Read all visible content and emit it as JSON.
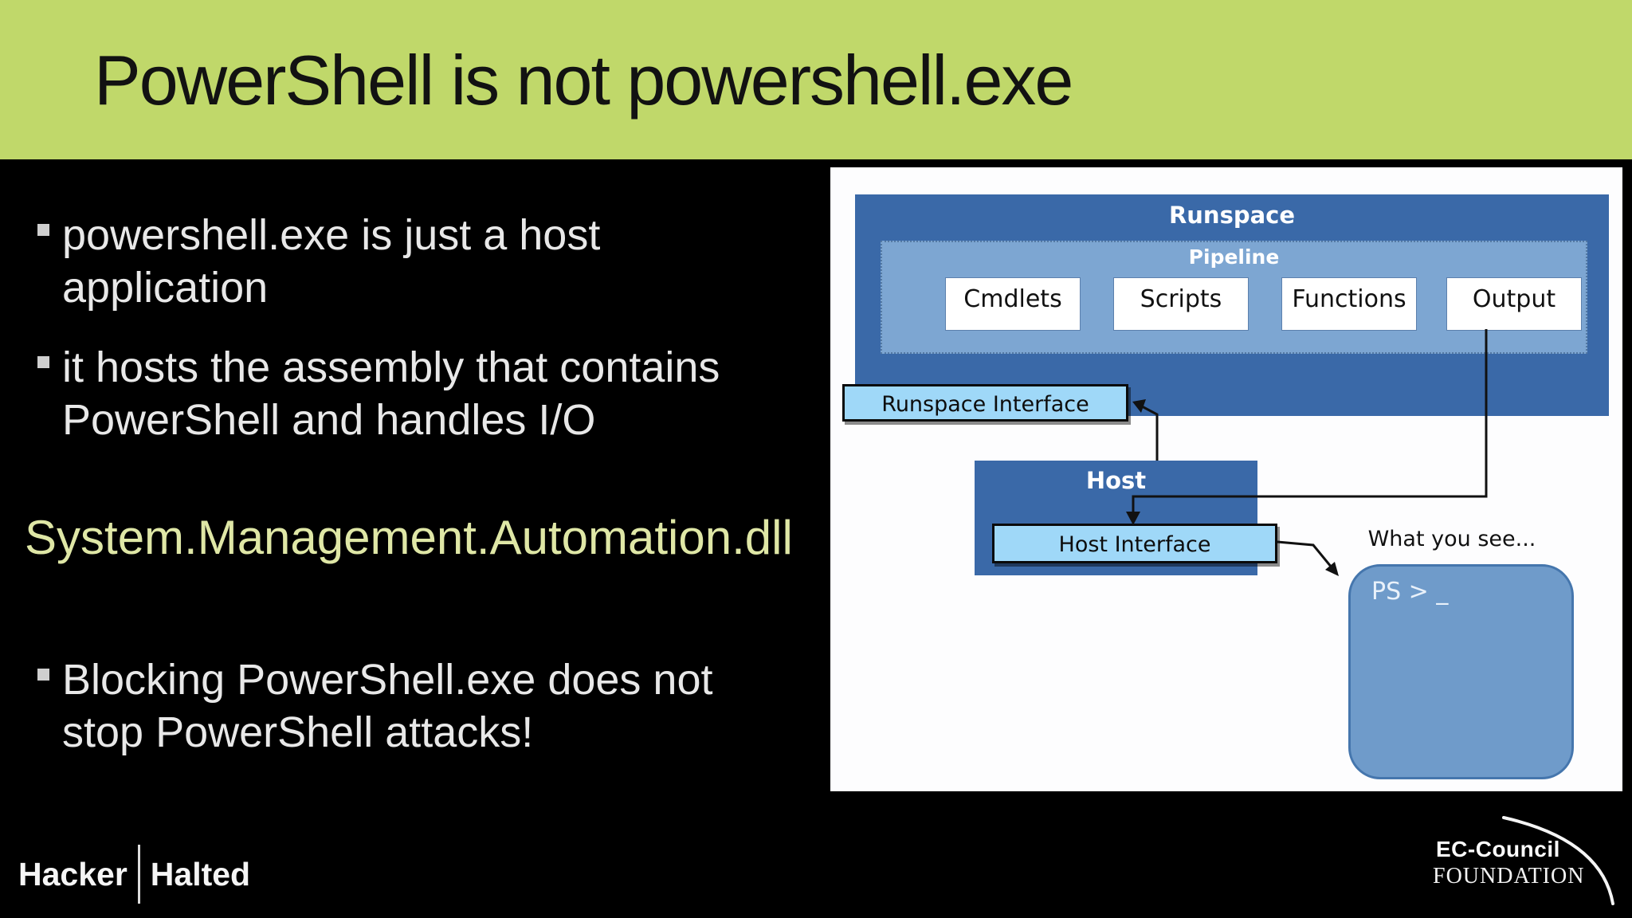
{
  "slide": {
    "title": "PowerShell is not powershell.exe",
    "bullets": [
      {
        "lines": [
          "powershell.exe is just a host",
          "application"
        ]
      },
      {
        "lines": [
          "it hosts the assembly that contains",
          "PowerShell and handles I/O"
        ]
      },
      {
        "lines": [
          "Blocking PowerShell.exe does not",
          "stop PowerShell attacks!"
        ]
      }
    ],
    "library_line": "System.Management.Automation.dll"
  },
  "diagram": {
    "runspace_label": "Runspace",
    "pipeline_label": "Pipeline",
    "pipeline_items": [
      "Cmdlets",
      "Scripts",
      "Functions",
      "Output"
    ],
    "runspace_interface_label": "Runspace Interface",
    "host_label": "Host",
    "host_interface_label": "Host Interface",
    "what_you_see_label": "What you see...",
    "prompt_text": "PS > _"
  },
  "footer": {
    "hacker": "Hacker",
    "halted": "Halted",
    "ec_council": "EC-Council",
    "foundation": "FOUNDATION"
  },
  "colors": {
    "header-green": "#c0d86a",
    "title-text": "#121212",
    "body-bg": "#000000",
    "bullet-text": "#e8e8e8",
    "bullet-marker": "#cfcfcf",
    "library-text": "#dfe7a6",
    "panel-bg": "#fdfdfe",
    "runspace-blue": "#3a69a8",
    "pipeline-blue": "#7da6d2",
    "interface-blue": "#9fd8f8",
    "terminal-blue": "#6f9bca",
    "terminal-border": "#4576ad",
    "connector-black": "#111111",
    "logo-white": "#f5f5f5"
  }
}
